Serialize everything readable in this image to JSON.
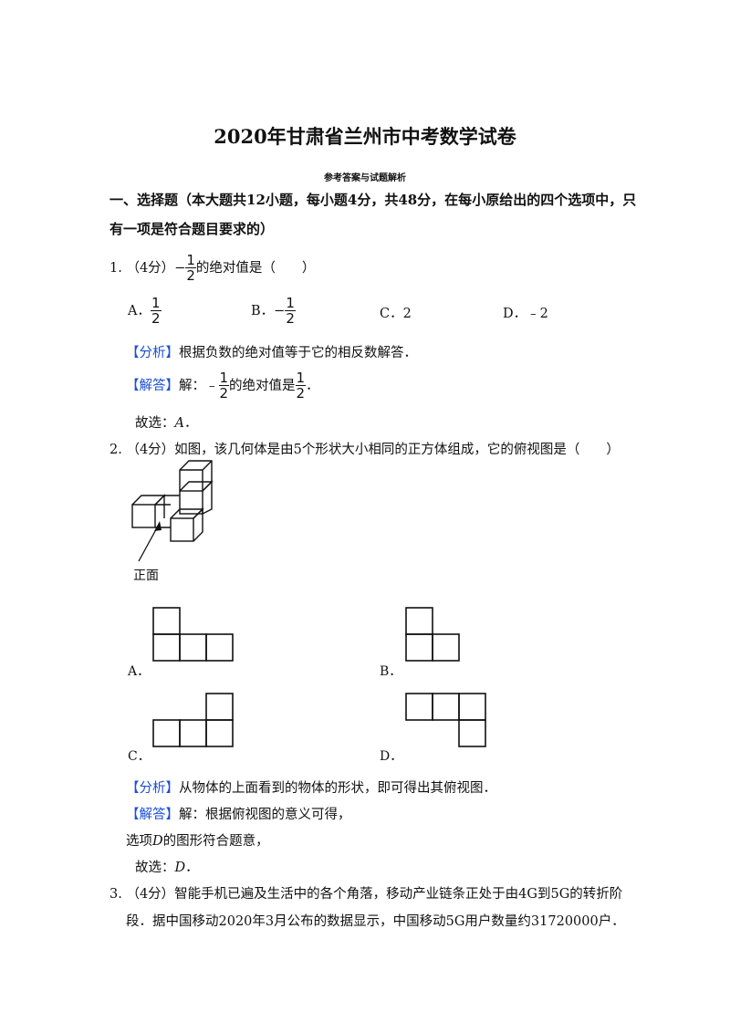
{
  "title": "2020年甘肃省兰州市中考数学试卷",
  "subtitle": "参考答案与试题解析",
  "section1": {
    "line1": "一、选择题（本大题共12小题，每小题4分，共48分，在每小原给出的四个选项中，只",
    "line2": "有一项是符合题目要求的）"
  },
  "q1": {
    "number": "1.",
    "score": "（4分）",
    "minus": "−",
    "frac_num": "1",
    "frac_den": "2",
    "stem_rest": "的绝对值是（　　）",
    "opts": {
      "a_label": "A．",
      "b_label": "B．",
      "b_minus": "−",
      "c": "C．2",
      "d": "D．﹣2"
    },
    "analysis_tag": "【分析】",
    "analysis": "根据负数的绝对值等于它的相反数解答．",
    "answer_tag": "【解答】",
    "answer_pre": "解：﹣",
    "answer_mid": "的绝对值是",
    "answer_end": "．",
    "choice_pre": "故选：",
    "choice": "A",
    "choice_end": "．"
  },
  "q2": {
    "number": "2.",
    "stem": "（4分）如图，该几何体是由5个形状大小相同的正方体组成，它的俯视图是（　　）",
    "front_label": "正面",
    "opt_a": "A．",
    "opt_b": "B．",
    "opt_c": "C．",
    "opt_d": "D．",
    "analysis_tag": "【分析】",
    "analysis": "从物体的上面看到的物体的形状，即可得出其俯视图．",
    "answer_tag": "【解答】",
    "answer": "解：根据俯视图的意义可得，",
    "line2_pre": "选项",
    "line2_var": "D",
    "line2_post": "的图形符合题意，",
    "choice_pre": "故选：",
    "choice": "D",
    "choice_end": "．"
  },
  "q3": {
    "number": "3.",
    "line1": "（4分）智能手机已遍及生活中的各个角落，移动产业链条正处于由4G到5G的转折阶",
    "line2": "段．据中国移动2020年3月公布的数据显示，中国移动5G用户数量约31720000户．"
  }
}
